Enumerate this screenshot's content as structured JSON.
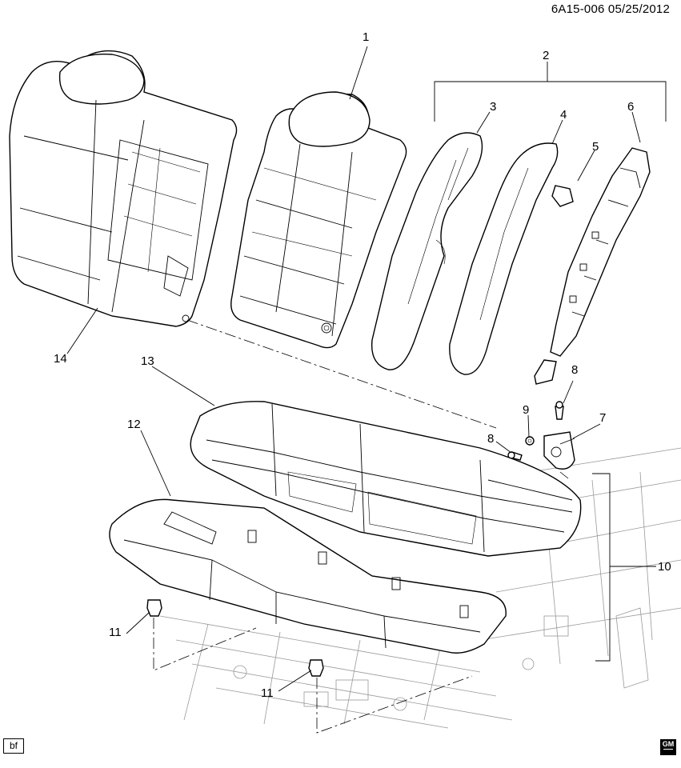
{
  "header": {
    "diagram_id": "6A15-006 05/25/2012"
  },
  "callouts": {
    "c1": "1",
    "c2": "2",
    "c3": "3",
    "c4": "4",
    "c5": "5",
    "c6": "6",
    "c7": "7",
    "c8a": "8",
    "c8b": "8",
    "c9": "9",
    "c10": "10",
    "c11a": "11",
    "c11b": "11",
    "c12": "12",
    "c13": "13",
    "c14": "14"
  },
  "footer": {
    "bf_label": "bf",
    "gm_logo_text": "GM"
  }
}
